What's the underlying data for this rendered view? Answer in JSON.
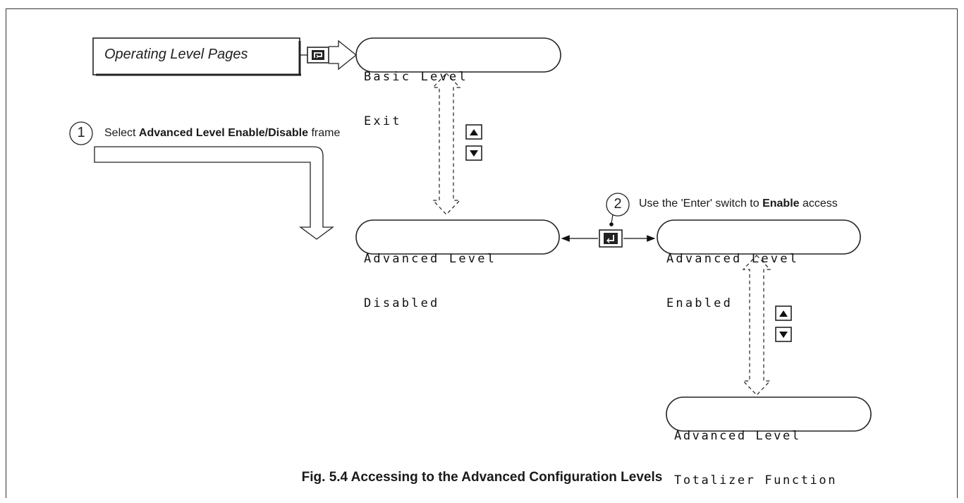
{
  "operating_level_label": "Operating Level Pages",
  "displays": {
    "basic_exit": {
      "line1": "Basic Level",
      "line2": "Exit"
    },
    "adv_disabled": {
      "line1": "Advanced Level",
      "line2": "Disabled"
    },
    "adv_enabled": {
      "line1": "Advanced Level",
      "line2": "Enabled"
    },
    "adv_totalizer": {
      "line1": "Advanced Level",
      "line2": "Totalizer Function"
    }
  },
  "steps": [
    {
      "number": "1",
      "text_before": "Select ",
      "text_bold": "Advanced Level Enable/Disable",
      "text_after": " frame"
    },
    {
      "number": "2",
      "text_before": "Use the 'Enter' switch to ",
      "text_bold": "Enable",
      "text_after": " access"
    }
  ],
  "icons": {
    "page_key": "page-key-icon",
    "enter_key": "enter-key-icon",
    "up_key": "up-arrow-key-icon",
    "down_key": "down-arrow-key-icon"
  },
  "caption": "Fig. 5.4 Accessing to the Advanced Configuration Levels"
}
